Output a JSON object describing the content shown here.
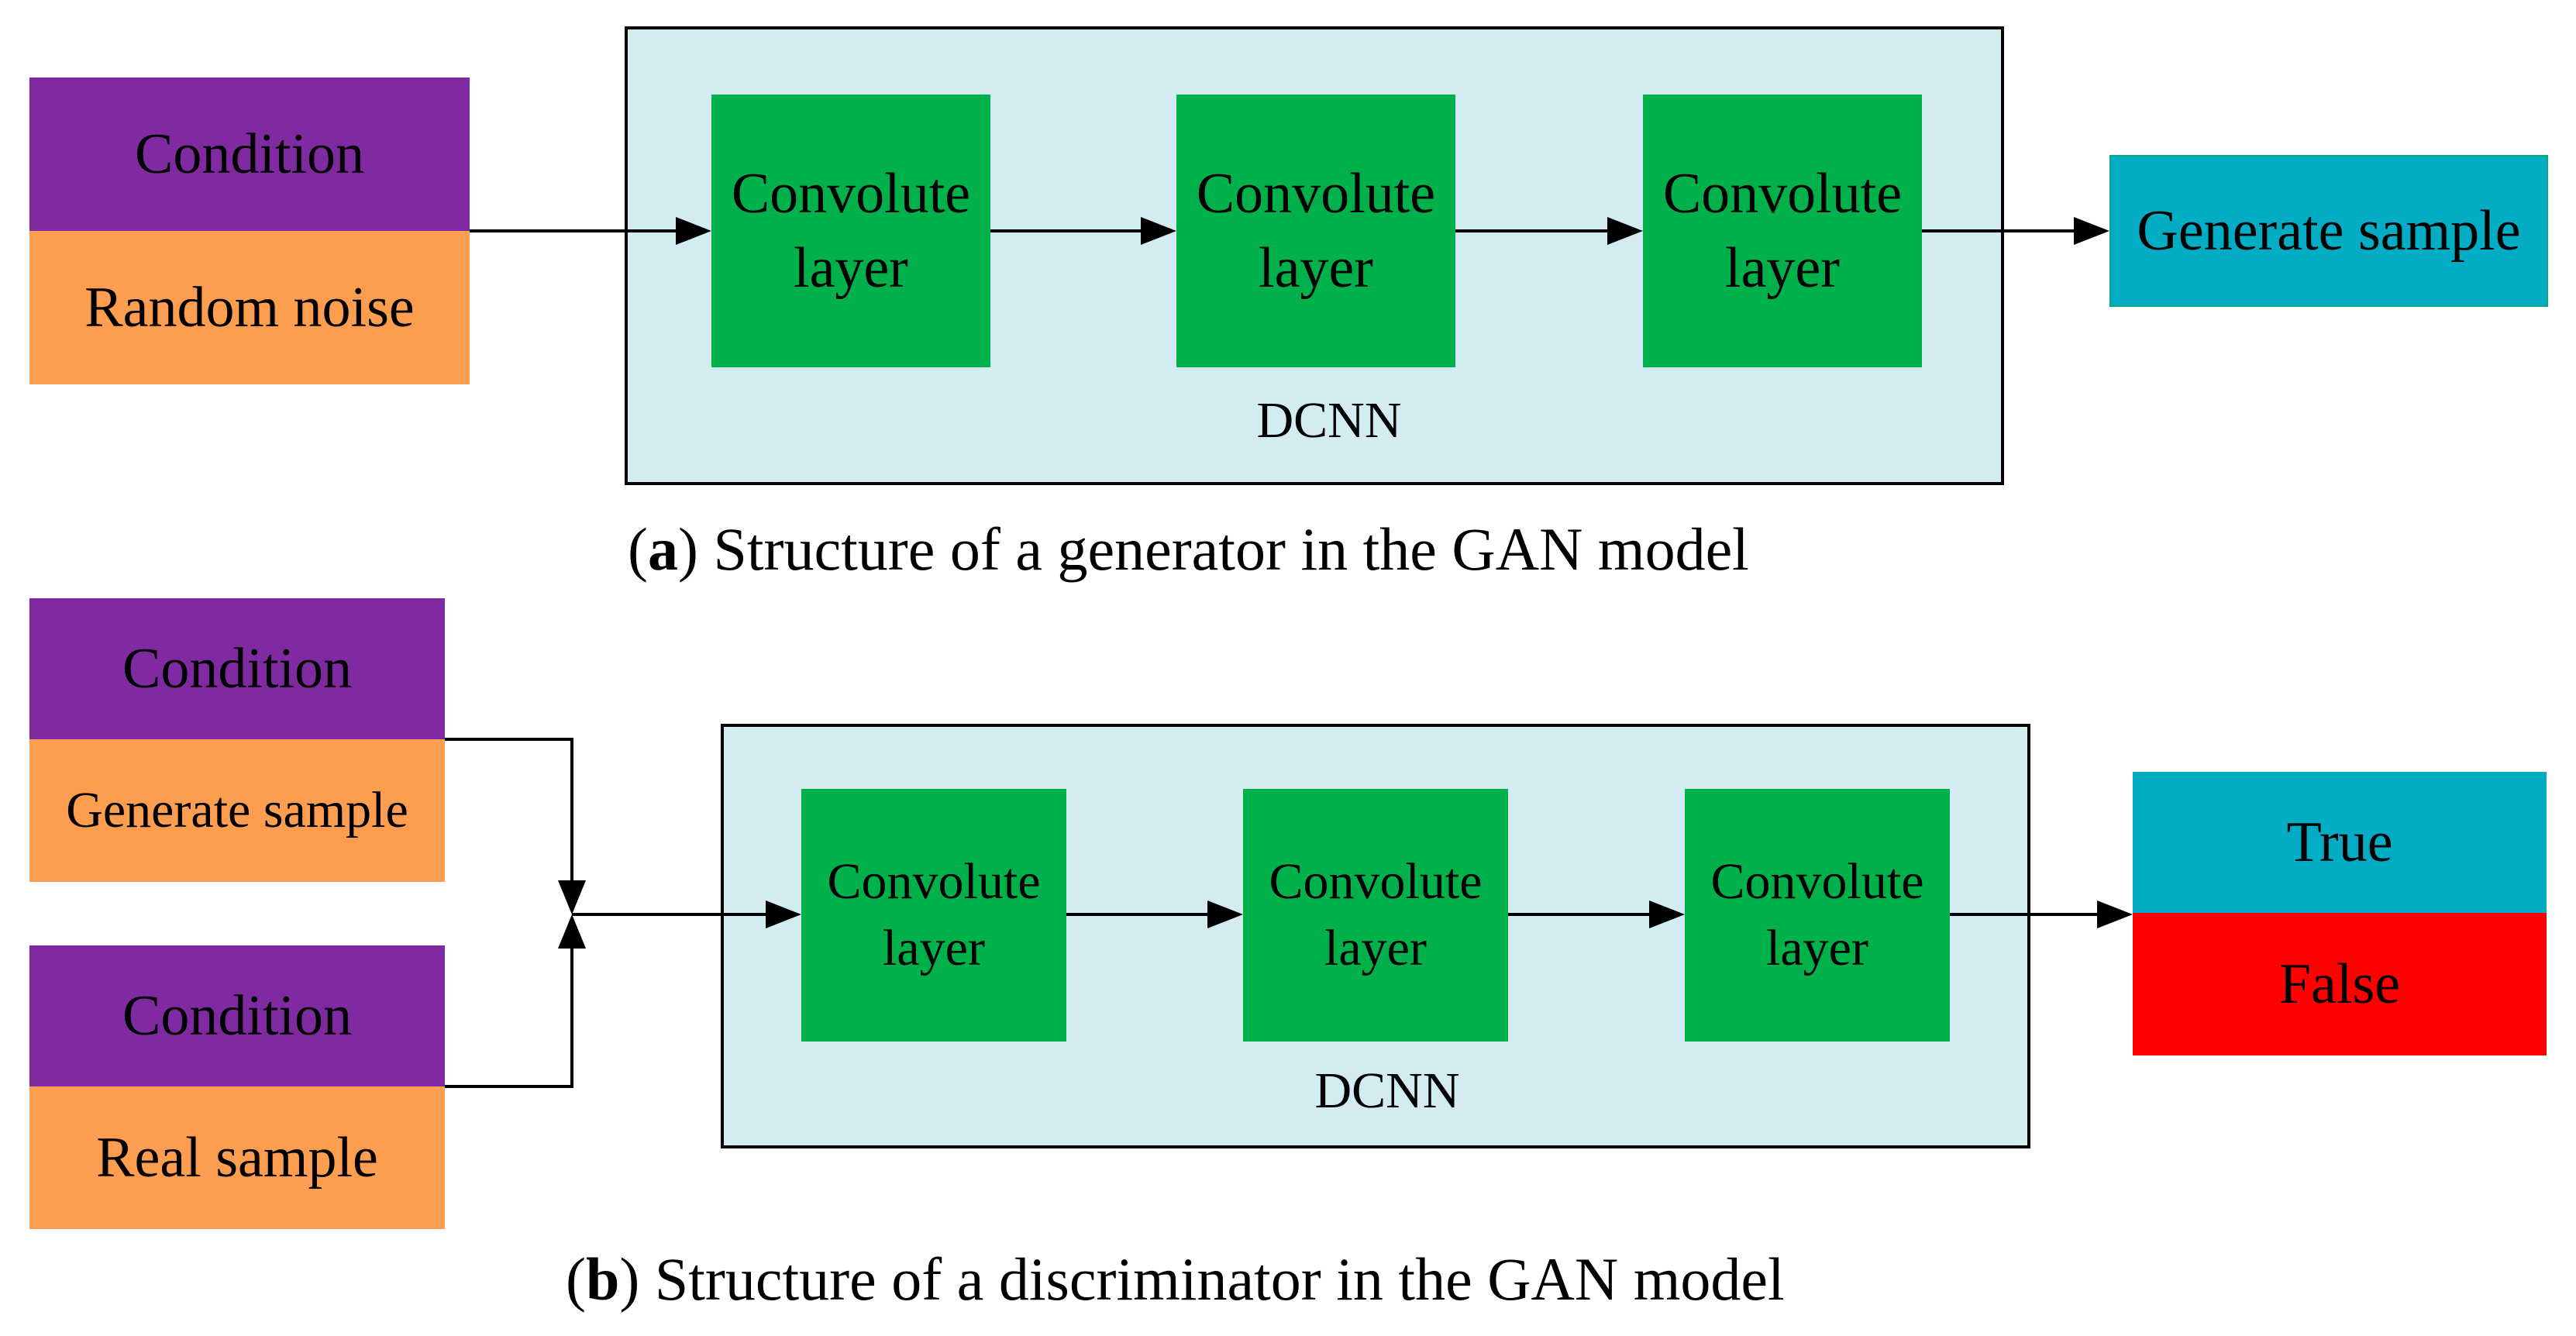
{
  "generator": {
    "input": {
      "condition": "Condition",
      "noise": "Random noise"
    },
    "layers": [
      "Convolute\nlayer",
      "Convolute\nlayer",
      "Convolute\nlayer"
    ],
    "network_label": "DCNN",
    "output": "Generate sample",
    "caption": {
      "letter": "a",
      "text": ") Structure of a generator in the GAN model",
      "open": "("
    }
  },
  "discriminator": {
    "input_fake": {
      "condition": "Condition",
      "sample": "Generate sample"
    },
    "input_real": {
      "condition": "Condition",
      "sample": "Real sample"
    },
    "layers": [
      "Convolute\nlayer",
      "Convolute\nlayer",
      "Convolute\nlayer"
    ],
    "network_label": "DCNN",
    "output": {
      "true": "True",
      "false": "False"
    },
    "caption": {
      "letter": "b",
      "text": ") Structure of a discriminator in the GAN model",
      "open": "("
    }
  },
  "colors": {
    "condition": "#7f2aa0",
    "noise_sample": "#fd9d50",
    "conv_layer": "#00b04b",
    "panel": "#d3ecf2",
    "output_cyan": "#02acc4",
    "false_red": "#ff0000"
  }
}
